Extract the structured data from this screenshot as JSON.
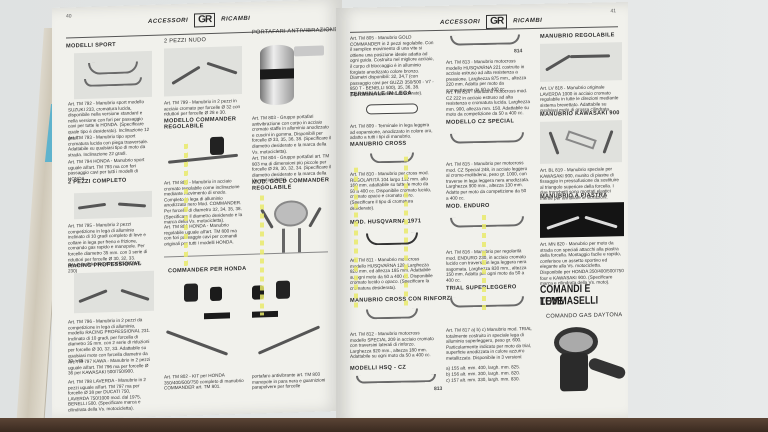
{
  "catalog": {
    "header": {
      "left_word": "ACCESSORI",
      "logo": "GR",
      "right_word": "RICAMBI"
    },
    "pages": {
      "left_number": "40",
      "right_number": "41"
    },
    "left_page": {
      "col1": {
        "section_sport": "MODELLI SPORT",
        "tm792": "Art. TM 792 - Manubrio sport modello SUZUKI 233, cromatura lucida, disponibile nella versione standard e nella versione con fori per passaggio cavi per tutte le HONDA. (Specificare quale tipo è desiderato). Inclinazione 12 gradi.",
        "tm793": "Art. TM 793 - Manubrio tipo sport cromatura lucida con piega trasversale. Adattabile su qualsiasi tipo di moto da strada. Inclinazione 22 gradi.",
        "tm794": "Art. TM 794 HONDA - Manubrio sport uguale all'art. TM 793 ma con fori passaggio cavi per tutti i modelli di HONDA.",
        "section_complete": "2 PEZZI COMPLETO",
        "tm795": "Art. TM 795 - Manubrio 2 pezzi competizione in lega di alluminio inclinato di 10 gradi completo di leve e collare in lega per freno e frizione, comando gas rapido e manopole. Per forcelle diametro 35 mm. con 3 serie di riduttori per forcelle Ø 30, 32, 33. (Modello RACING PROFESSIONAL 230)",
        "section_racing": "RACING PROFESSIONAL",
        "tm796": "Art. TM 796 - Manubrio in 2 pezzi da competizione in lega di alluminio, modello RACING PROFESSIONAL 231. Inclinato di 10 gradi, per forcella di diametro 35 mm. con 2 serie di riduzioni per forcelle Ø 30, 32, 33. Adattabile su qualsiasi moto con forcella diametro da 30 a 35.",
        "tm797": "Art. TM 797 KAWA - Manubrio in 2 pezzi uguale all'art. TM 796 ma per forcelle Ø 36 per KAWASAKI 500/750/900.",
        "tm798": "Art. TM 798 LAVERDA - Manubrio in 2 pezzi uguale all'art. TM 797 ma per forcelle Ø 38 per DUCATI 750, LAVERDA 750/1000 mod. dal 1975, BENELLI 500. (Specificare marca e cilindrata della Vs. motocicletta)."
      },
      "col2": {
        "section_bare": "2 PEZZI NUDO",
        "tm799": "Art. TM 799 - Manubrio in 2 pezzi in acciaio cromato per forcelle Ø 32 con riduttori per forcelle Ø 28 e 30.",
        "section_commander": "MODELLO COMMANDER REGOLABILE",
        "tm800": "Art. TM 800 - Manubrio in acciaio cromato regolabile come inclinazione mediante movimento di snodo. Completo in lega di alluminio anodizzato nero Mod. COMMANDER. Per forcelle di diametro 32, 34, 35, 38. (Specificare il diametro desiderato e la marca della Vs. motocicletta).",
        "tm801": "Art. TM 801 HONDA - Manubrio regolabile uguale all'art. TM 800 ma con fori passaggio cavi per comandi originali per tutti i modelli HONDA.",
        "section_honda": "COMMANDER PER HONDA",
        "tm802": "Art. TM 802 - KIT per HONDA 350/400/500/750 completo di manubrio COMMANDER art. TM 801."
      },
      "col3": {
        "section_mount": "PORTAFARI ANTIVIBRAZIONE",
        "tm803": "Art. TM 803 - Gruppo portafari antivibrazione con corpo in acciaio cromato staffe in alluminio anodizzato e cuscini in gomma. Disponibili per forcelle Ø 33, 35, 36, 38. (Specificare il diametro desiderato e la marca della Vs. motocicletta).",
        "tm804": "Art. TM 804 - Gruppo portafari art. TM 803 ma di dimensioni più piccole per forcelle Ø 28, 30, 32, 34. (Specificare il diametro desiderato e la marca della Vs. motocicletta).",
        "section_gold": "MOD. GOLD COMMANDER REGOLABILE",
        "kit_note": "portafaro antivibrante art. TM 803 manopole in para nera e guarnizioni parapolvere per forcelle"
      }
    },
    "right_page": {
      "col1": {
        "tm805": "Art. TM 805 - Manubrio GOLD COMMANDER in 2 pezzi regolabile. Con il semplice movimento di una vite si ottiene una posizione ideale adatta ad ogni guida. Costruito nel migliore acciaio, il corpo di bloccaggio è in alluminio forgiato anodizzato colore bronzo. Diametri disponibili: 32, 34,7 (con passaggio cavi per GUZZI 350/500 - V7 - 850 T - BENELLI 500), 35, 36, 38. (Specificare il diametro desiderato).",
        "section_terminal": "TERMINALE IN LEGA",
        "tm809": "Art. TM 809 - Terminale in lega leggera ad espansione, anodizzato in colore oro, adatto a tutti i tipi di manubrio.",
        "section_cross": "MANUBRIO CROSS",
        "tm810": "Art. TM 810 - Manubrio per cross mod. REGOLARITÀ 104 largo 192 mm. alto 160 mm. adattabile su tutte le moto da 50 a 400 cc. Disponibile cromato lucido, cromato opaco e cromato nero. (Specificare il tipo di cromatura desiderato).",
        "section_husq": "MOD. HUSQVARNA 1971",
        "tm811": "Art. TM 811 - Manubrio motocross modello HUSQVARNA 128. Larghezza 820 mm. ed altezza 185 mm. Adattabile su ogni moto da 50 a 400 cc. Disponibile cromato lucido o opaco. (Specificare la cromatura desiderata).",
        "section_reinforced": "MANUBRIO CROSS CON RINFORZI",
        "tm812": "Art. TM 812 - Manubrio motocross modello SPECIAL 209 in acciaio cromato con traversini laterali di rinforzo. Larghezza 920 mm., altezza 180 mm. Adattabile su ogni moto da 50 a 400 cc.",
        "section_hsq": "MODELLI HSQ - CZ",
        "label_813": "813"
      },
      "col2": {
        "label_814": "814",
        "tm813": "Art. TM 813 - Manubrio motocross modello HUSQVARNA 221 costruito in acciaio estruso ad alta resistenza a pressione. Larghezza 875 mm., altezza 220 mm. Adatto per moto da competizione da 50 a 400 cc.",
        "tm814": "Art. TM 814 - Manubrio motocross mod. CZ 222 in acciaio estruso ad alta resistenza e cromatura lucida. Larghezza mm. 900, altezza mm. 150. Adattabile su moto da competizione da 50 a 400 cc.",
        "section_cz": "MODELLO CZ SPECIAL",
        "tm815": "Art. TM 815 - Manubrio per motocross mod. CZ Special 248, in acciaio leggero al cromo-molibdeno, peso gr. 1000, con traverse in lega leggera nera anodizzata. Larghezza 900 mm., altezza 130 mm. Adatto per moto da competizione da 50 a 400 cc.",
        "section_enduro": "MOD. ENDURO",
        "tm816": "Art. TM 816 - Manubrio per regolarità mod. ENDURO 230, in acciaio cromato lucido con traversa in lega leggera nera sagomata. Larghezza 830 mm., altezza 150 mm. Adatto per ogni moto da 50 a 400 cc.",
        "section_trial": "TRIAL SUPERLEGGERO",
        "tm817": "Art. TM 817 a) b) c) Manubrio mod. TRIAL totalmente costruito in speciale lega di alluminio superleggero, peso gr. 600. Particolarmente indicato per moto da trial, superficie anodizzata in colore azzurro metallizzato. Disponibile in 3 versioni:",
        "versions": [
          "a) 155 alt. mm. 400, largh. mm. 825.",
          "b) 156 alt. mm. 300, largh. mm. 820.",
          "c) 157 alt. mm. 330, largh. mm. 830."
        ]
      },
      "col3": {
        "section_adjustable": "MANUBRIO REGOLABILE",
        "lv818": "Art. LV 818 - Manubrio originale LAVERDA 1000 in acciaio cromato regolabile in tutte le direzioni mediante sistema brevettato. Adattabile su qualsiasi moto di grossa cilindrata.",
        "section_kawasaki": "MANUBRIO KAWASAKI 900",
        "bl819": "Art. BL 819 - Manubrio speciale per KAWASAKI 900, munito di piastre di fissaggio in pressofusione da sostituire al triangolo superiore della forcella. I due tronchetti sono montati elastici mente per annullare le vibrazioni.",
        "section_plate": "MANUBRIO A PIASTRA",
        "mn820": "Art. MN 820 - Manubrio per moto da strada con speciali attacchi alla piastra della forcella. Montaggio facile e rapido, conferisce un assetto sportivo ed elegante alla Vs. motocicletta. Disponibile per HONDA 350/400/500/750 four e KAWASAKI 900. (Specificare marca e cilindrata della Vs. moto).",
        "big_title_1": "COMANDI E LEVE",
        "big_title_2": "TOMMASELLI",
        "section_daytona": "COMANDO GAS DAYTONA"
      }
    }
  },
  "colors": {
    "paper": "#f1f1ec",
    "ink": "#2b2b2b",
    "tab_marker": "#5fb3cd",
    "highlight": "#e9ea6a",
    "background": "#dfe2e2"
  }
}
